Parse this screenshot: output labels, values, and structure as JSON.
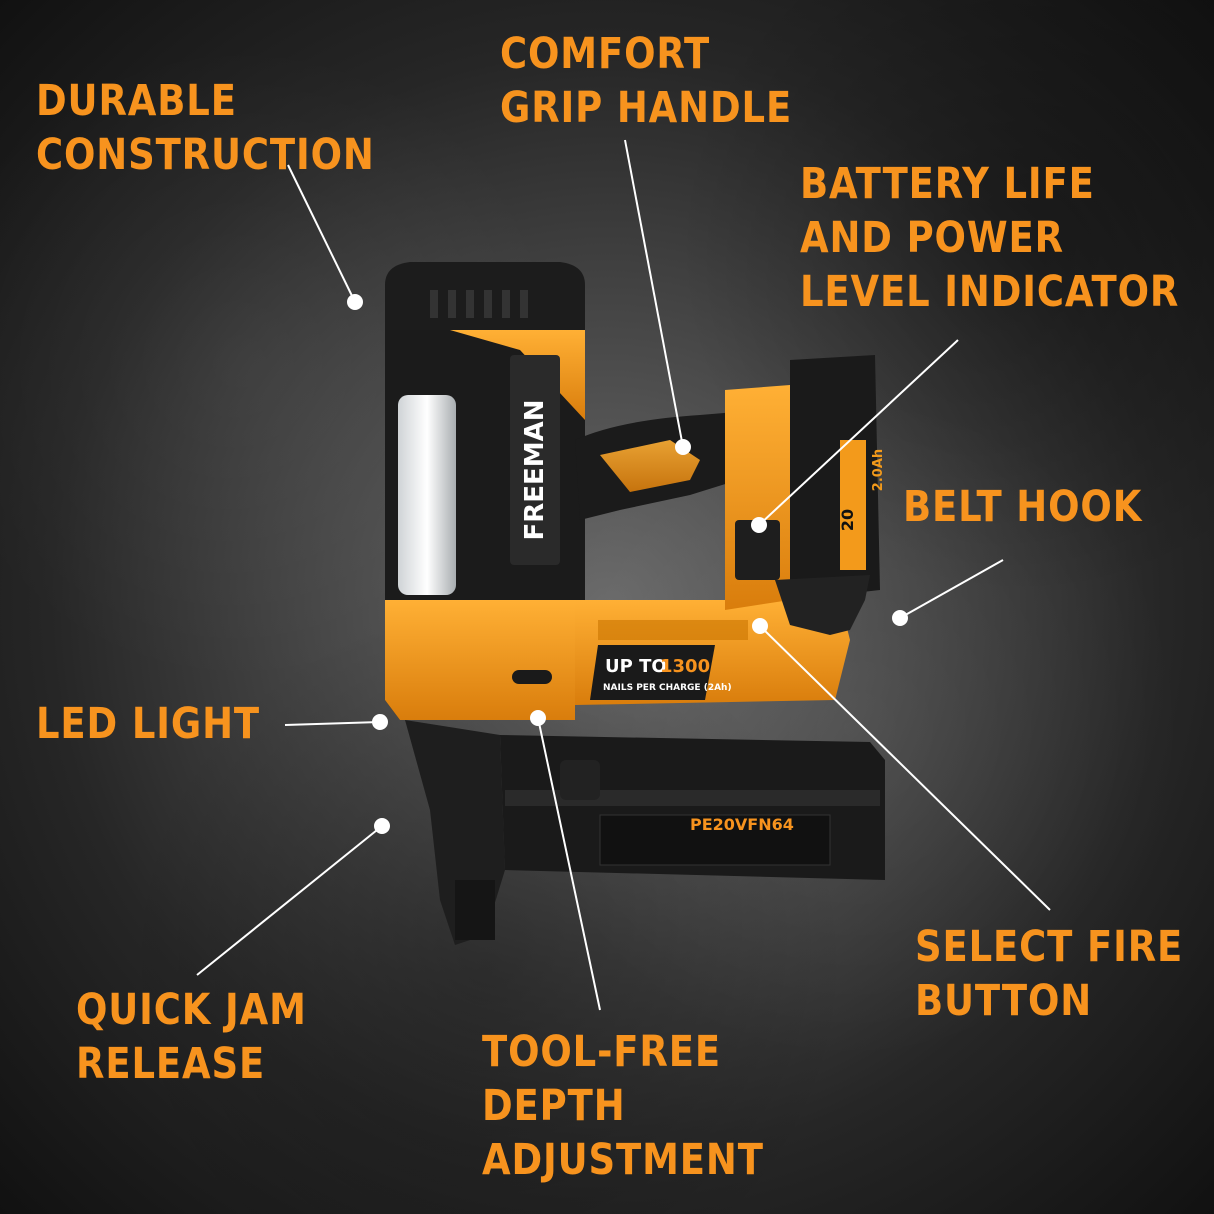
{
  "callouts": {
    "durable_construction": [
      "DURABLE",
      "CONSTRUCTION"
    ],
    "comfort_grip": [
      "COMFORT",
      "GRIP HANDLE"
    ],
    "battery_indicator": [
      "BATTERY LIFE",
      "AND POWER",
      "LEVEL INDICATOR"
    ],
    "belt_hook": [
      "BELT HOOK"
    ],
    "led_light": [
      "LED LIGHT"
    ],
    "select_fire": [
      "SELECT FIRE",
      "BUTTON"
    ],
    "quick_jam": [
      "QUICK JAM",
      "RELEASE"
    ],
    "depth_adjust": [
      "TOOL-FREE",
      "DEPTH",
      "ADJUSTMENT"
    ]
  },
  "tool": {
    "brand": "FREEMAN",
    "badge_line1_prefix": "UP TO",
    "badge_line1_number": "1300",
    "badge_line2": "NAILS PER CHARGE (2Ah)",
    "model": "PE20VFN64",
    "battery_voltage": "20",
    "battery_capacity": "2.0Ah"
  },
  "colors": {
    "accent": "#f7931e",
    "tool_orange": "#f39a1b",
    "tool_black": "#1b1b1b",
    "leader_line": "#ffffff"
  }
}
